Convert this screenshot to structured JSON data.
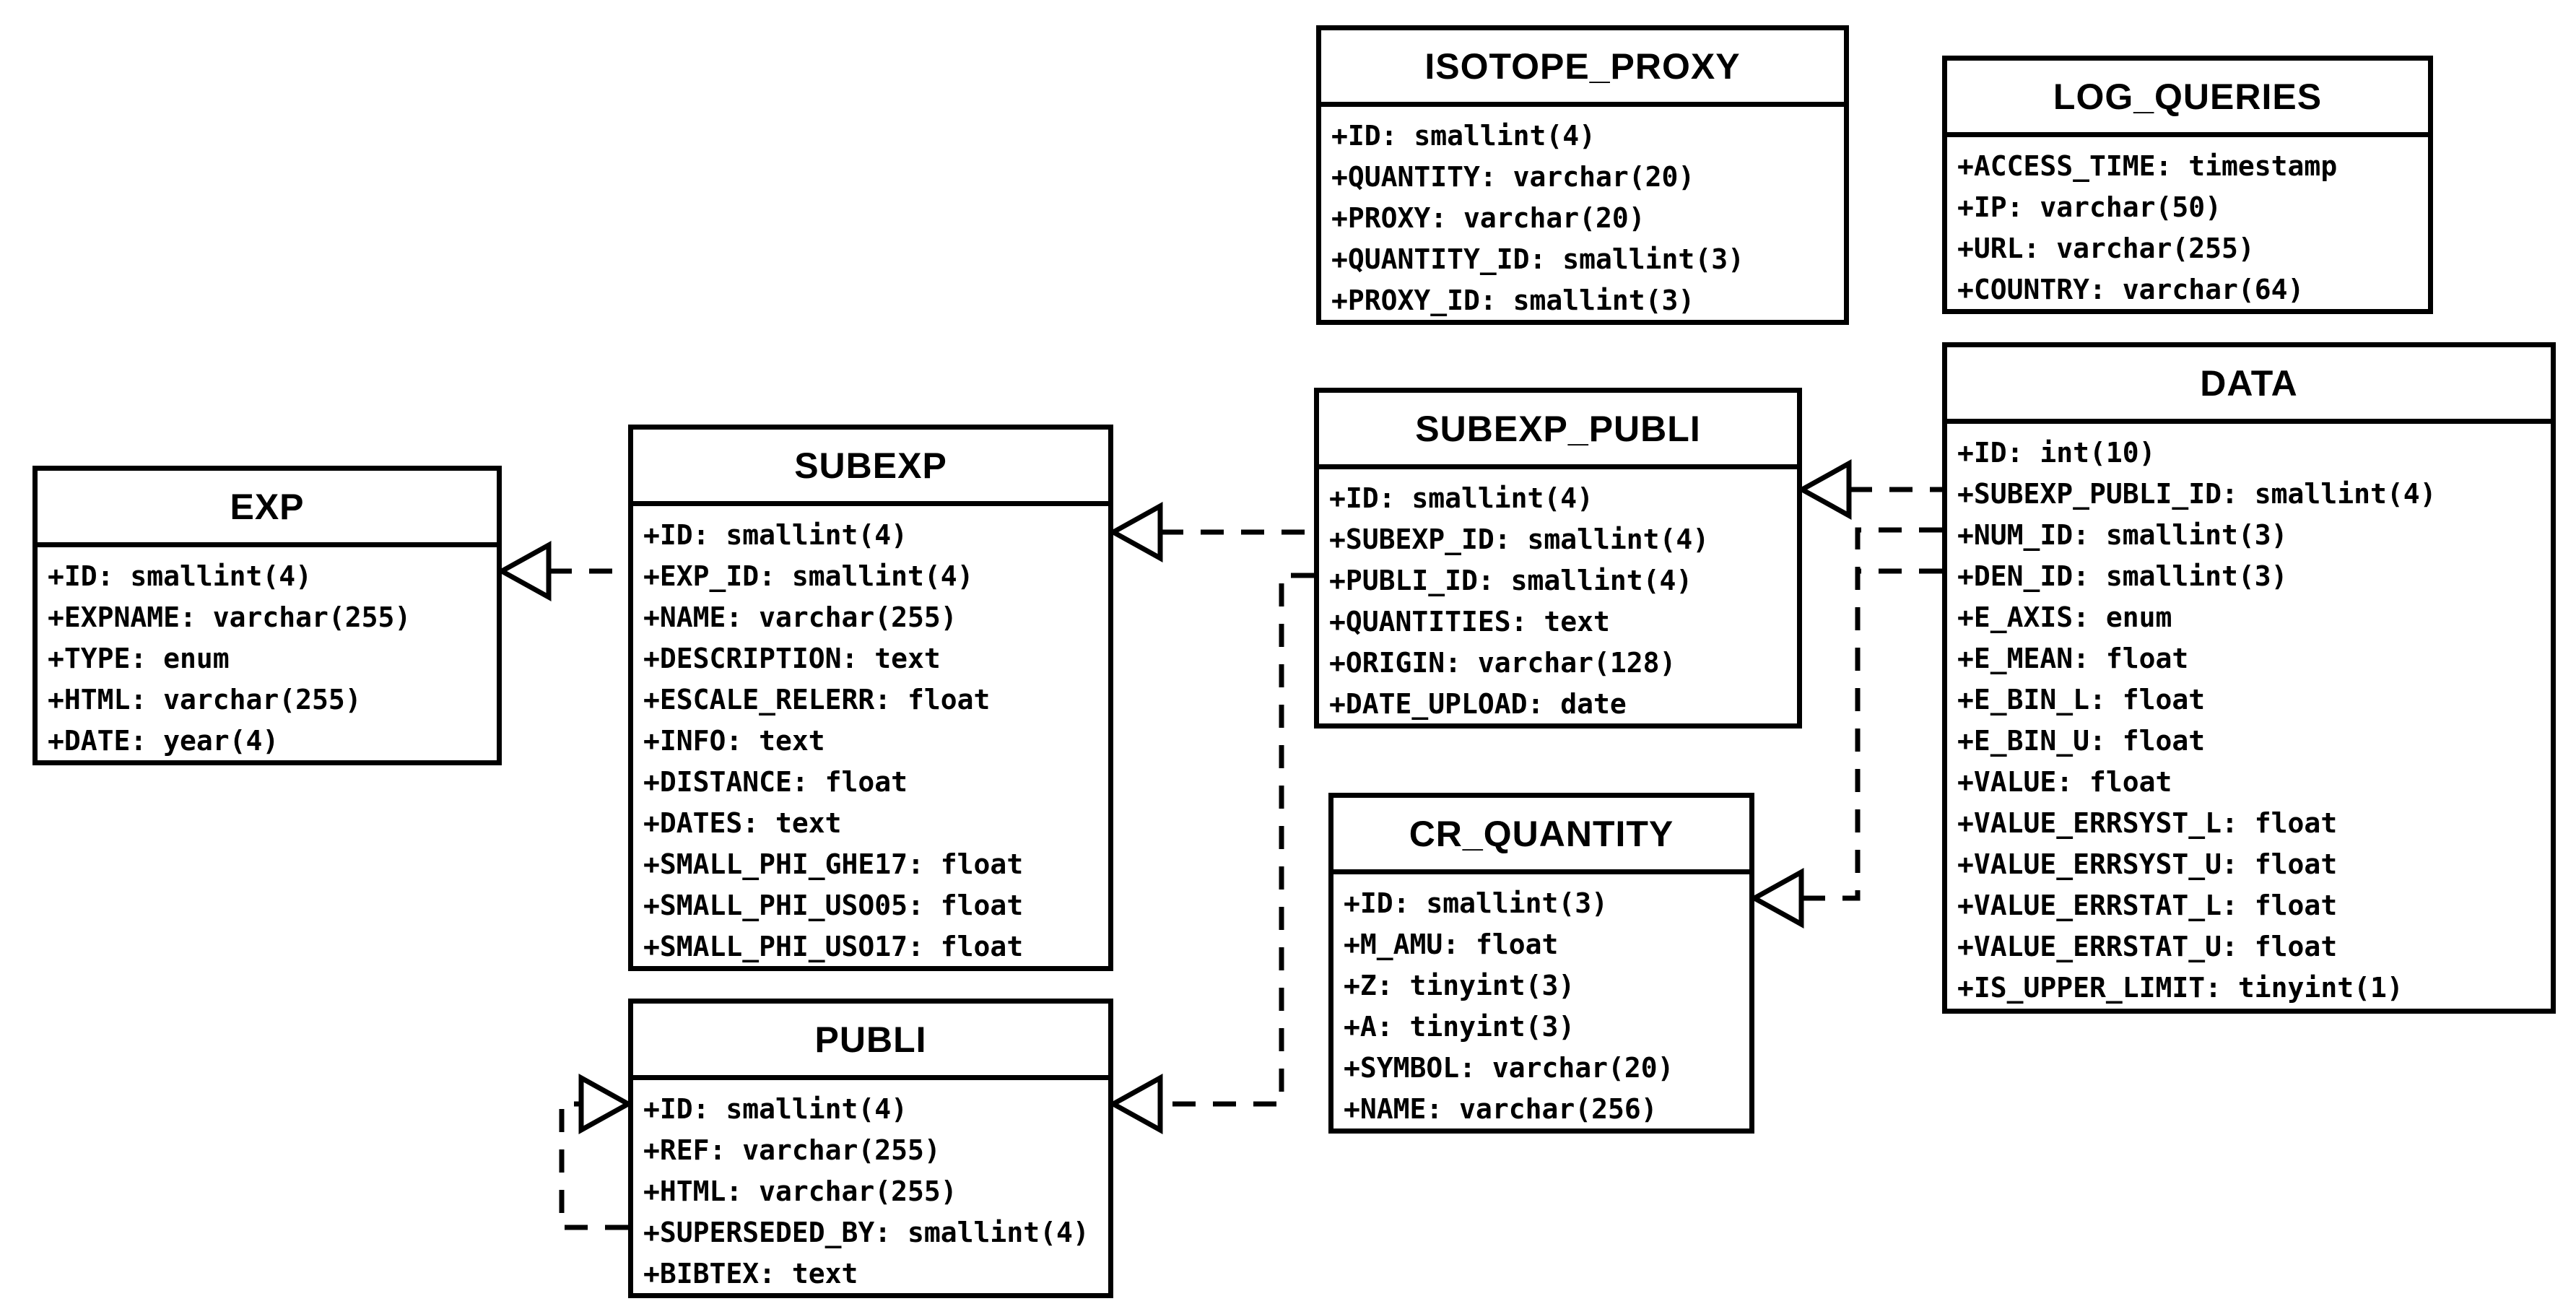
{
  "diagram": {
    "type": "database-schema",
    "colors": {
      "background": "#ffffff",
      "line": "#000000",
      "text": "#000000"
    },
    "tables": [
      {
        "name": "ISOTOPE_PROXY",
        "fields": [
          "+ID: smallint(4)",
          "+QUANTITY: varchar(20)",
          "+PROXY: varchar(20)",
          "+QUANTITY_ID: smallint(3)",
          "+PROXY_ID: smallint(3)"
        ]
      },
      {
        "name": "LOG_QUERIES",
        "fields": [
          "+ACCESS_TIME: timestamp",
          "+IP: varchar(50)",
          "+URL: varchar(255)",
          "+COUNTRY: varchar(64)"
        ]
      },
      {
        "name": "EXP",
        "fields": [
          "+ID: smallint(4)",
          "+EXPNAME: varchar(255)",
          "+TYPE: enum",
          "+HTML: varchar(255)",
          "+DATE: year(4)"
        ]
      },
      {
        "name": "SUBEXP",
        "fields": [
          "+ID: smallint(4)",
          "+EXP_ID: smallint(4)",
          "+NAME: varchar(255)",
          "+DESCRIPTION: text",
          "+ESCALE_RELERR: float",
          "+INFO: text",
          "+DISTANCE: float",
          "+DATES: text",
          "+SMALL_PHI_GHE17: float",
          "+SMALL_PHI_USO05: float",
          "+SMALL_PHI_USO17: float"
        ]
      },
      {
        "name": "SUBEXP_PUBLI",
        "fields": [
          "+ID: smallint(4)",
          "+SUBEXP_ID: smallint(4)",
          "+PUBLI_ID: smallint(4)",
          "+QUANTITIES: text",
          "+ORIGIN: varchar(128)",
          "+DATE_UPLOAD: date"
        ]
      },
      {
        "name": "DATA",
        "fields": [
          "+ID: int(10)",
          "+SUBEXP_PUBLI_ID: smallint(4)",
          "+NUM_ID: smallint(3)",
          "+DEN_ID: smallint(3)",
          "+E_AXIS: enum",
          "+E_MEAN: float",
          "+E_BIN_L: float",
          "+E_BIN_U: float",
          "+VALUE: float",
          "+VALUE_ERRSYST_L: float",
          "+VALUE_ERRSYST_U: float",
          "+VALUE_ERRSTAT_L: float",
          "+VALUE_ERRSTAT_U: float",
          "+IS_UPPER_LIMIT: tinyint(1)"
        ]
      },
      {
        "name": "CR_QUANTITY",
        "fields": [
          "+ID: smallint(3)",
          "+M_AMU: float",
          "+Z: tinyint(3)",
          "+A: tinyint(3)",
          "+SYMBOL: varchar(20)",
          "+NAME: varchar(256)"
        ]
      },
      {
        "name": "PUBLI",
        "fields": [
          "+ID: smallint(4)",
          "+REF: varchar(255)",
          "+HTML: varchar(255)",
          "+SUPERSEDED_BY: smallint(4)",
          "+BIBTEX: text"
        ]
      }
    ],
    "relationships": [
      {
        "from": "SUBEXP.EXP_ID",
        "to": "EXP.ID"
      },
      {
        "from": "SUBEXP_PUBLI.SUBEXP_ID",
        "to": "SUBEXP.ID"
      },
      {
        "from": "SUBEXP_PUBLI.PUBLI_ID",
        "to": "PUBLI.ID"
      },
      {
        "from": "DATA.SUBEXP_PUBLI_ID",
        "to": "SUBEXP_PUBLI.ID"
      },
      {
        "from": "DATA.NUM_ID",
        "to": "CR_QUANTITY.ID"
      },
      {
        "from": "DATA.DEN_ID",
        "to": "CR_QUANTITY.ID"
      },
      {
        "from": "PUBLI.SUPERSEDED_BY",
        "to": "PUBLI.ID"
      }
    ]
  }
}
